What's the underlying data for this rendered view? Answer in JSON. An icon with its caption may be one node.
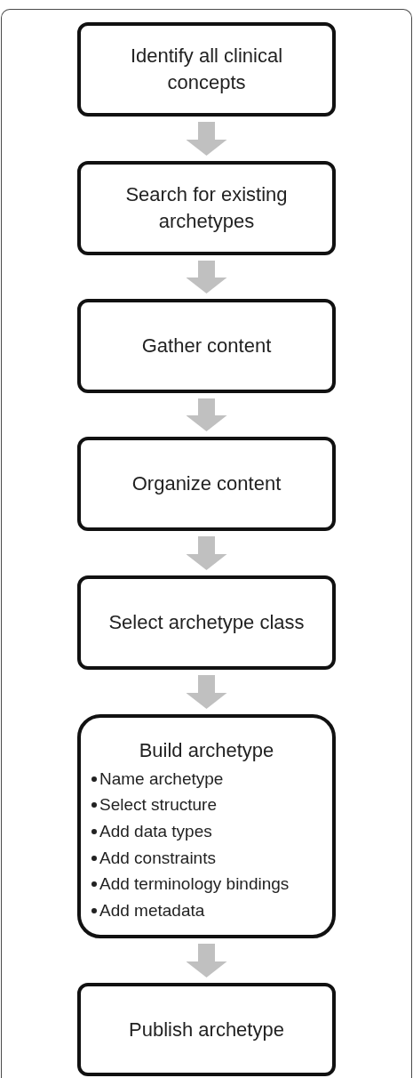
{
  "diagram": {
    "nodes": [
      {
        "text": [
          "Identify all clinical concepts"
        ]
      },
      {
        "text": [
          "Search for existing archetypes"
        ]
      },
      {
        "text": [
          "Gather content"
        ]
      },
      {
        "text": [
          "Organize content"
        ]
      },
      {
        "text": [
          "Select archetype class"
        ]
      },
      {
        "text": [
          "Build archetype",
          "Name archetype",
          "Select structure",
          "Add data types",
          "Add constraints",
          "Add terminology bindings",
          "Add metadata"
        ]
      },
      {
        "text": [
          "Publish archetype"
        ]
      }
    ],
    "edges": [
      {
        "from": 0,
        "to": 1,
        "arrow": "to"
      },
      {
        "from": 1,
        "to": 2,
        "arrow": "to"
      },
      {
        "from": 2,
        "to": 3,
        "arrow": "to"
      },
      {
        "from": 3,
        "to": 4,
        "arrow": "to"
      },
      {
        "from": 4,
        "to": 5,
        "arrow": "to"
      },
      {
        "from": 5,
        "to": 6,
        "arrow": "to"
      }
    ]
  }
}
